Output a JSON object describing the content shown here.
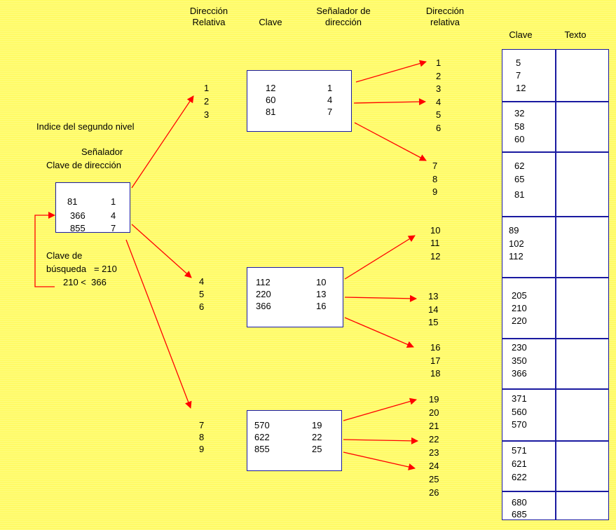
{
  "headers": {
    "dir_relativa_1": "Dirección\nRelativa",
    "clave_1": "Clave",
    "senalador": "Señalador de\ndirección",
    "dir_relativa_2": "Dirección\nrelativa",
    "clave_2": "Clave",
    "texto": "Texto"
  },
  "left_labels": {
    "indice": "Indice del segundo nivel",
    "senalador": "Señalador",
    "clave_dir": "Clave de dirección",
    "busqueda_1": "Clave de",
    "busqueda_2": "búsqueda   = 210",
    "busqueda_3": "210 <  366"
  },
  "top_index": {
    "keys": [
      "81",
      "366",
      "855"
    ],
    "ptrs": [
      "1",
      "4",
      "7"
    ]
  },
  "mid_rel_dirs": [
    "1\n2\n3",
    "4\n5\n6",
    "7\n8\n9"
  ],
  "mid_boxes": [
    {
      "keys": "12\n60\n81",
      "ptrs": "1\n4\n7"
    },
    {
      "keys": "112\n220\n366",
      "ptrs": "10\n13\n16"
    },
    {
      "keys": "570\n622\n855",
      "ptrs": "19\n22\n25"
    }
  ],
  "right_rel_dirs": [
    "1\n2\n3\n4\n5\n6",
    "7\n8\n9",
    "10\n11\n12",
    "13\n14\n15",
    "16\n17\n18",
    "19\n20\n21\n22\n23\n24\n25\n26"
  ],
  "store_keys": [
    "5\n7\n12",
    "32\n58\n60",
    "62\n65",
    "81",
    "89\n102\n112",
    "205\n210\n220",
    "230\n350\n366",
    "371\n560\n570",
    "571\n621\n622",
    "680\n685"
  ],
  "colors": {
    "background": "#fffb66",
    "arrow": "#ff0000",
    "box_border": "#1a1aa0"
  }
}
